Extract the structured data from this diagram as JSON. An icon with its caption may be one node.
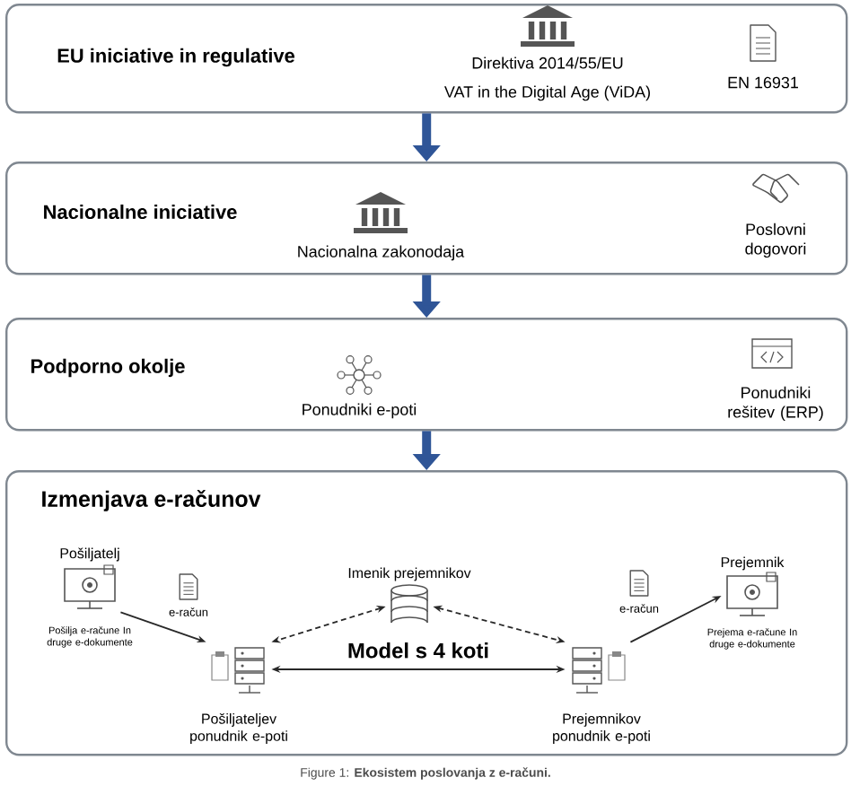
{
  "diagram": {
    "caption": "Figure 1: **Ekosistem poslovanja z e-računi.**",
    "nodes": [
      {
        "text": [
          "EU iniciative in regulative"
        ]
      },
      {
        "text": [
          "Nacionalne iniciative"
        ]
      },
      {
        "text": [
          "Podporno okolje"
        ]
      },
      {
        "text": [
          "Izmenjava e-računov"
        ]
      },
      {
        "text": [
          "Pošiljatelj",
          "Pošilja e-račune In druge e-dokumente"
        ],
        "in": 3
      },
      {
        "text": [
          "Imenik prejemnikov"
        ],
        "in": 3
      },
      {
        "text": [
          "Pošiljateljev ponudnik e-poti"
        ],
        "in": 3
      },
      {
        "text": [
          "Prejemnikov ponudnik e-poti"
        ],
        "in": 3
      },
      {
        "text": [
          "Prejemnik",
          "Prejema e-račune In druge e-dokumente"
        ],
        "in": 3
      }
    ],
    "edges": [
      {
        "from": 0,
        "to": 1,
        "arrow": "to",
        "style": "thick",
        "color": "#2f5597"
      },
      {
        "from": 1,
        "to": 2,
        "arrow": "to",
        "style": "thick",
        "color": "#2f5597"
      },
      {
        "from": 2,
        "to": 3,
        "arrow": "to",
        "style": "thick",
        "color": "#2f5597"
      },
      {
        "from": 4,
        "to": 6,
        "arrow": "to"
      },
      {
        "from": 5,
        "to": 6,
        "arrow": "both",
        "style": "dashed"
      },
      {
        "from": 5,
        "to": 7,
        "arrow": "both",
        "style": "dashed"
      },
      {
        "from": 6,
        "to": 7,
        "arrow": "both",
        "label": "Model s 4 koti"
      },
      {
        "from": 7,
        "to": 8,
        "arrow": "to"
      }
    ],
    "labels": [
      "Direktiva 2014/55/EU",
      "VAT in the Digital Age (ViDA)",
      "EN 16931",
      "Nacionalna zakonodaja",
      "Poslovni dogovori",
      "Ponudniki e-poti",
      "Ponudniki rešitev (ERP)",
      "e-račun",
      "e-račun"
    ]
  }
}
